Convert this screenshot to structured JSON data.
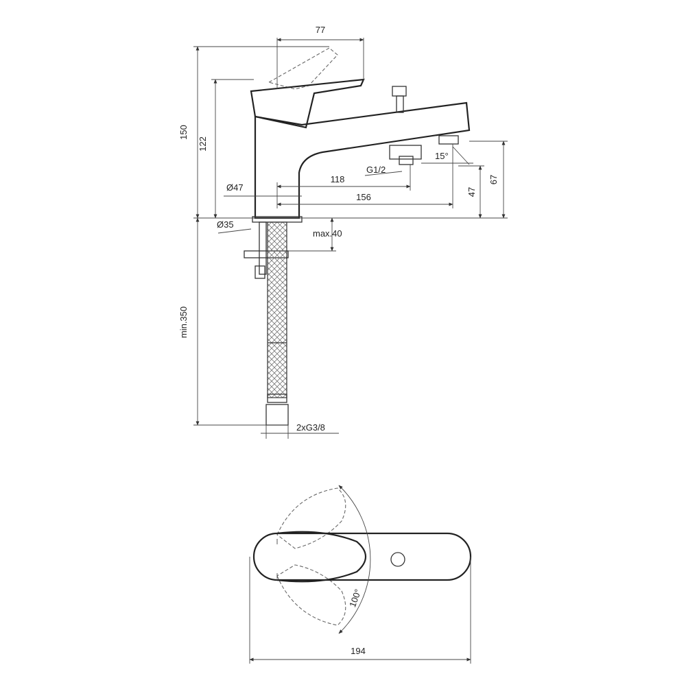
{
  "dimensions": {
    "handle_width": "77",
    "total_height": "150",
    "spout_height": "122",
    "base_diameter": "Ø47",
    "thread_outlet": "G1/2",
    "outlet_distance": "118",
    "spout_reach": "156",
    "outlet_height": "47",
    "body_height": "67",
    "tilt_angle": "15°",
    "hole_diameter": "Ø35",
    "max_deck_thickness": "max.40",
    "hose_length": "min.350",
    "hose_connection": "2xG3/8",
    "rotation_angle": "100°",
    "plan_width": "194"
  }
}
